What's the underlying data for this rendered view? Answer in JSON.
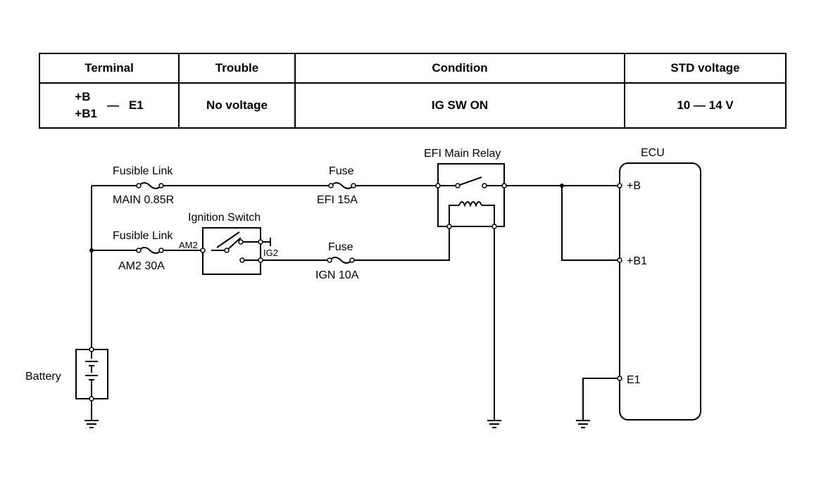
{
  "table": {
    "headers": [
      "Terminal",
      "Trouble",
      "Condition",
      "STD voltage"
    ],
    "row": {
      "terminal_a": "+B",
      "terminal_b": "+B1",
      "terminal_dash": "—",
      "terminal_ground": "E1",
      "trouble": "No voltage",
      "condition": "IG SW ON",
      "std_voltage": "10 — 14 V"
    }
  },
  "diagram": {
    "fusible_link_top_title": "Fusible Link",
    "fusible_link_top_rating": "MAIN 0.85R",
    "fusible_link_bottom_title": "Fusible Link",
    "fusible_link_bottom_rating": "AM2 30A",
    "ignition_switch": "Ignition Switch",
    "am2_label": "AM2",
    "ig2_label": "IG2",
    "fuse_efi_title": "Fuse",
    "fuse_efi_rating": "EFI 15A",
    "fuse_ign_title": "Fuse",
    "fuse_ign_rating": "IGN 10A",
    "relay": "EFI Main Relay",
    "ecu": "ECU",
    "ecu_b": "+B",
    "ecu_b1": "+B1",
    "ecu_e1": "E1",
    "battery": "Battery"
  }
}
